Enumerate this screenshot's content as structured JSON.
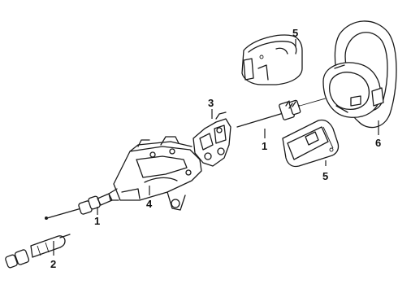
{
  "diagram": {
    "callouts": [
      {
        "id": "shaft-upper",
        "label": "1"
      },
      {
        "id": "shaft-lower",
        "label": "1"
      },
      {
        "id": "joint-lower",
        "label": "2"
      },
      {
        "id": "bracket",
        "label": "3"
      },
      {
        "id": "column-housing",
        "label": "4"
      },
      {
        "id": "shroud-upper",
        "label": "5"
      },
      {
        "id": "shroud-lower",
        "label": "5"
      },
      {
        "id": "steering-wheel",
        "label": "6"
      }
    ]
  }
}
